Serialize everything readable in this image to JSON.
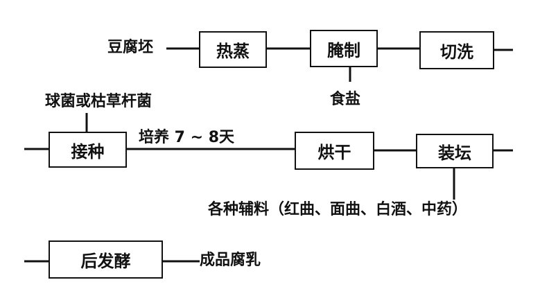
{
  "row1": {
    "input": "豆腐坯",
    "steps": [
      "热蒸",
      "腌制",
      "切洗"
    ],
    "additive": "食盐"
  },
  "row2": {
    "input": "球菌或枯草杆菌",
    "steps": [
      "接种",
      "烘干",
      "装坛"
    ],
    "culture": "培养 7 ~ 8天",
    "additive": "各种辅料（红曲、面曲、白酒、中药）"
  },
  "row3": {
    "steps": [
      "后发酵"
    ],
    "output": "成品腐乳"
  }
}
